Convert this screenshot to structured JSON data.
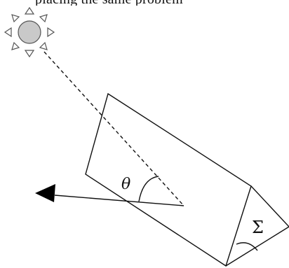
{
  "header_fragment": "placing the same problem",
  "labels": {
    "theta": "θ",
    "sigma": "Σ"
  },
  "icons": {
    "sun": "sun-icon"
  }
}
